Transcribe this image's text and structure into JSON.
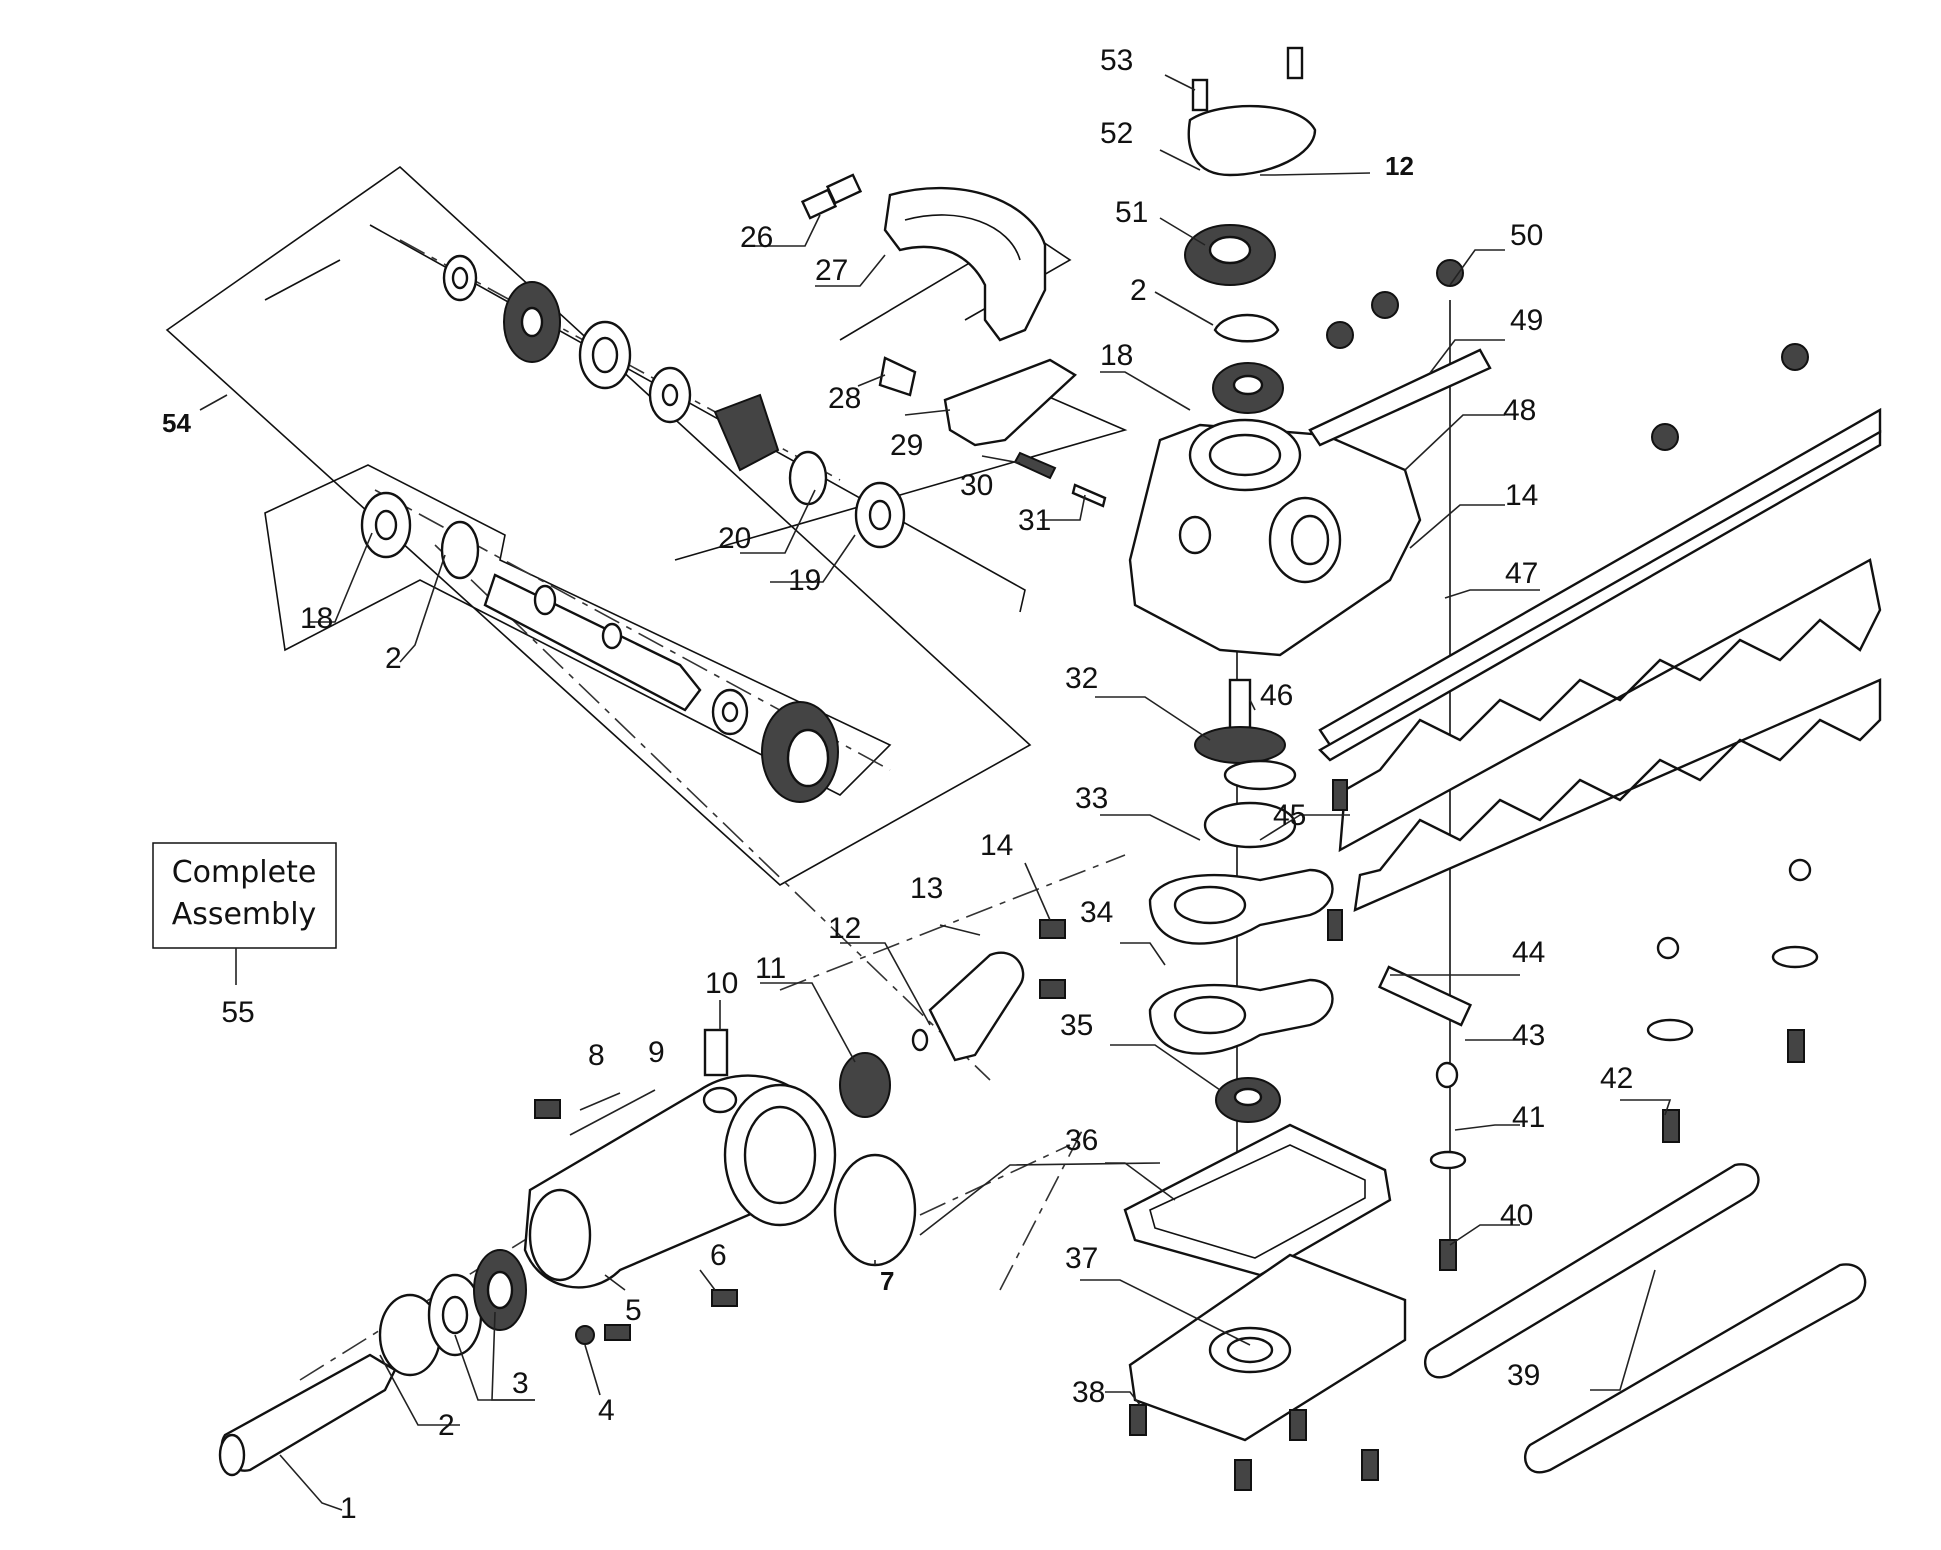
{
  "assembly_box": {
    "line1": "Complete",
    "line2": "Assembly",
    "number": "55"
  },
  "callouts": [
    {
      "id": "c1",
      "text": "1"
    },
    {
      "id": "c2a",
      "text": "2"
    },
    {
      "id": "c3",
      "text": "3"
    },
    {
      "id": "c4",
      "text": "4"
    },
    {
      "id": "c5",
      "text": "5"
    },
    {
      "id": "c6",
      "text": "6"
    },
    {
      "id": "c7",
      "text": "7"
    },
    {
      "id": "c8",
      "text": "8"
    },
    {
      "id": "c9",
      "text": "9"
    },
    {
      "id": "c10",
      "text": "10"
    },
    {
      "id": "c11",
      "text": "11"
    },
    {
      "id": "c12a",
      "text": "12"
    },
    {
      "id": "c13",
      "text": "13"
    },
    {
      "id": "c14a",
      "text": "14"
    },
    {
      "id": "c18a",
      "text": "18"
    },
    {
      "id": "c2b",
      "text": "2"
    },
    {
      "id": "c19",
      "text": "19"
    },
    {
      "id": "c20",
      "text": "20"
    },
    {
      "id": "c54",
      "text": "54"
    },
    {
      "id": "c26",
      "text": "26"
    },
    {
      "id": "c27",
      "text": "27"
    },
    {
      "id": "c28",
      "text": "28"
    },
    {
      "id": "c29",
      "text": "29"
    },
    {
      "id": "c30",
      "text": "30"
    },
    {
      "id": "c31",
      "text": "31"
    },
    {
      "id": "c18b",
      "text": "18"
    },
    {
      "id": "c2c",
      "text": "2"
    },
    {
      "id": "c51",
      "text": "51"
    },
    {
      "id": "c12b",
      "text": "12"
    },
    {
      "id": "c52",
      "text": "52"
    },
    {
      "id": "c53",
      "text": "53"
    },
    {
      "id": "c50",
      "text": "50"
    },
    {
      "id": "c49",
      "text": "49"
    },
    {
      "id": "c48",
      "text": "48"
    },
    {
      "id": "c14b",
      "text": "14"
    },
    {
      "id": "c47",
      "text": "47"
    },
    {
      "id": "c46",
      "text": "46"
    },
    {
      "id": "c32",
      "text": "32"
    },
    {
      "id": "c33",
      "text": "33"
    },
    {
      "id": "c45",
      "text": "45"
    },
    {
      "id": "c34",
      "text": "34"
    },
    {
      "id": "c35",
      "text": "35"
    },
    {
      "id": "c44",
      "text": "44"
    },
    {
      "id": "c43",
      "text": "43"
    },
    {
      "id": "c42",
      "text": "42"
    },
    {
      "id": "c41",
      "text": "41"
    },
    {
      "id": "c36",
      "text": "36"
    },
    {
      "id": "c40",
      "text": "40"
    },
    {
      "id": "c37",
      "text": "37"
    },
    {
      "id": "c38",
      "text": "38"
    },
    {
      "id": "c39",
      "text": "39"
    }
  ]
}
